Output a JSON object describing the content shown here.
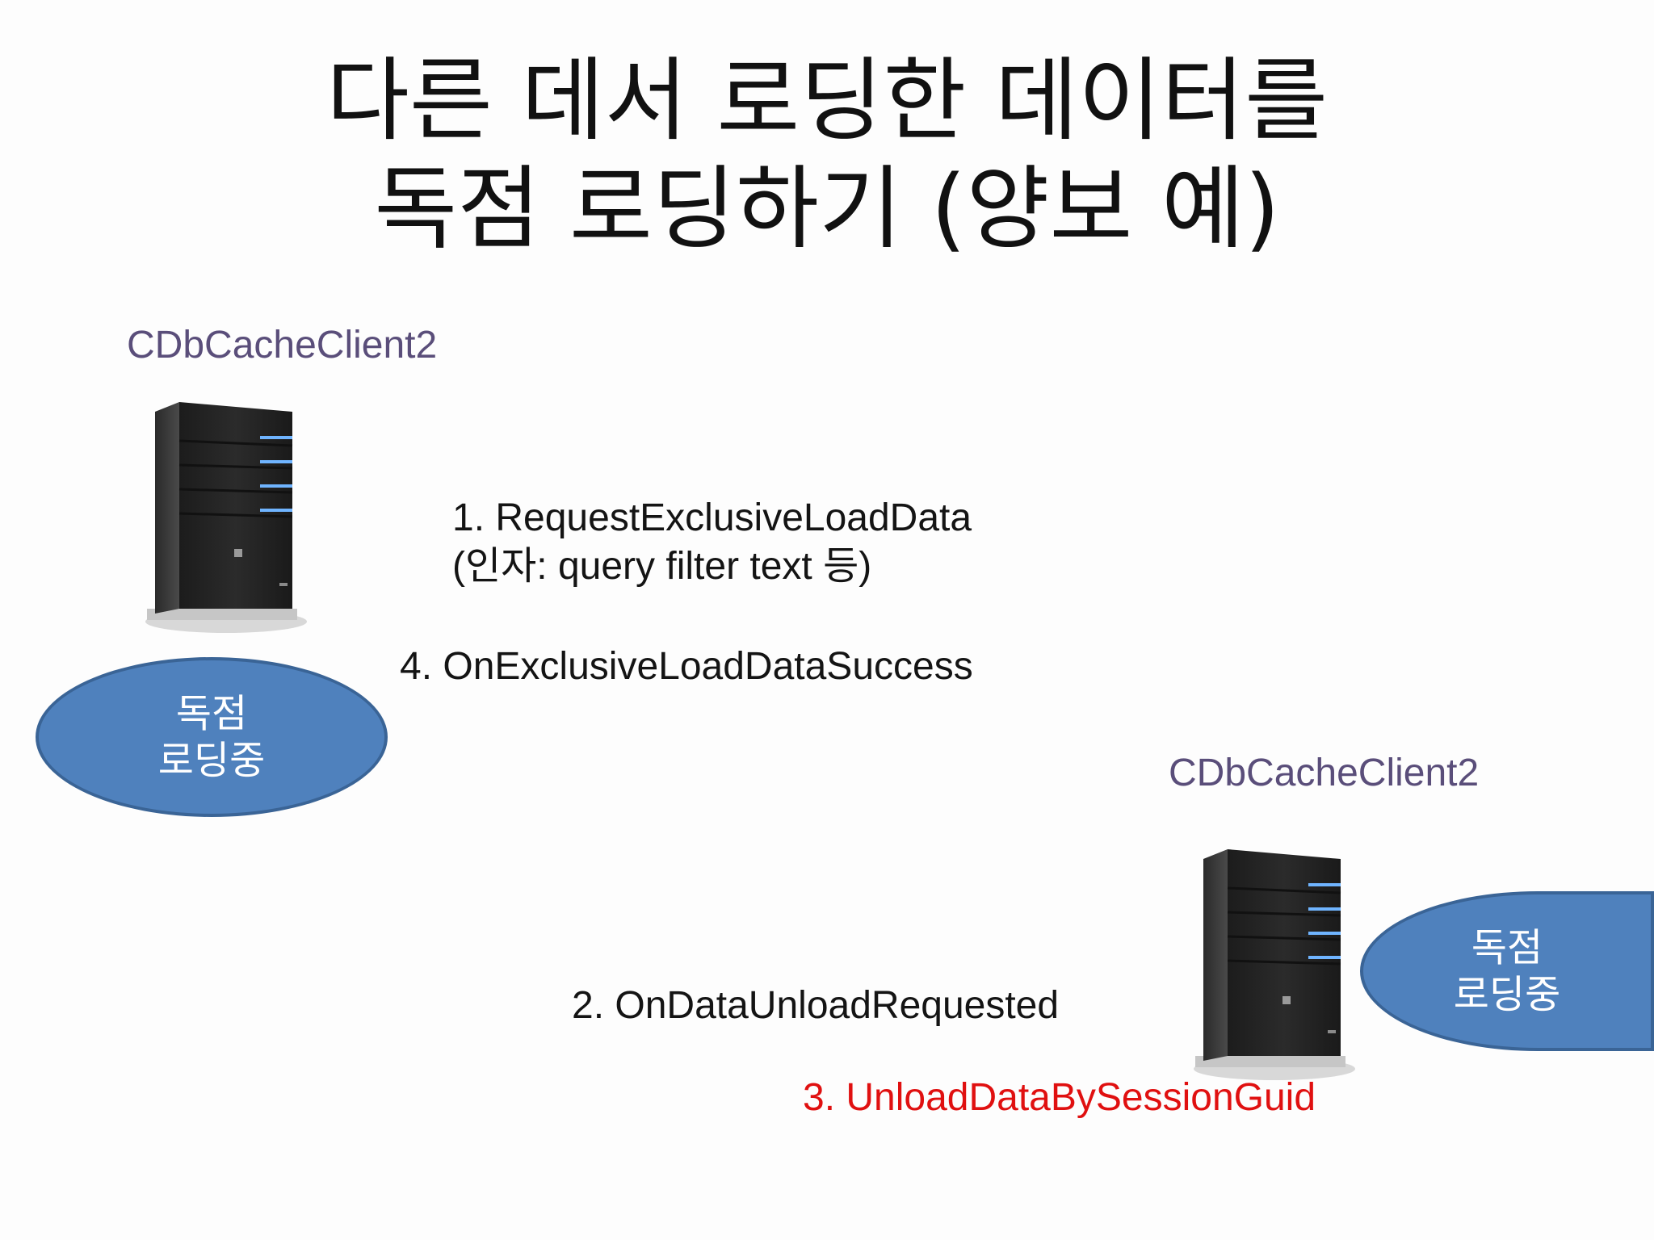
{
  "title": {
    "line1": "다른 데서 로딩한 데이터를",
    "line2": "독점 로딩하기 (양보 예)"
  },
  "clients": [
    {
      "label": "CDbCacheClient2",
      "status_line1": "독점",
      "status_line2": "로딩중"
    },
    {
      "label": "CDbCacheClient2",
      "status_line1": "독점",
      "status_line2": "로딩중"
    }
  ],
  "steps": {
    "step1_line1": "1. RequestExclusiveLoadData",
    "step1_line2": "(인자: query filter text 등)",
    "step2": "2. OnDataUnloadRequested",
    "step3": "3. UnloadDataBySessionGuid",
    "step4": "4. OnExclusiveLoadDataSuccess"
  },
  "colors": {
    "client_label": "#5a4e7a",
    "ellipse_fill": "#4f81bd",
    "ellipse_stroke": "#3a6496",
    "step3_text": "#e01010"
  },
  "icons": [
    "server-tower-icon",
    "server-tower-icon"
  ]
}
